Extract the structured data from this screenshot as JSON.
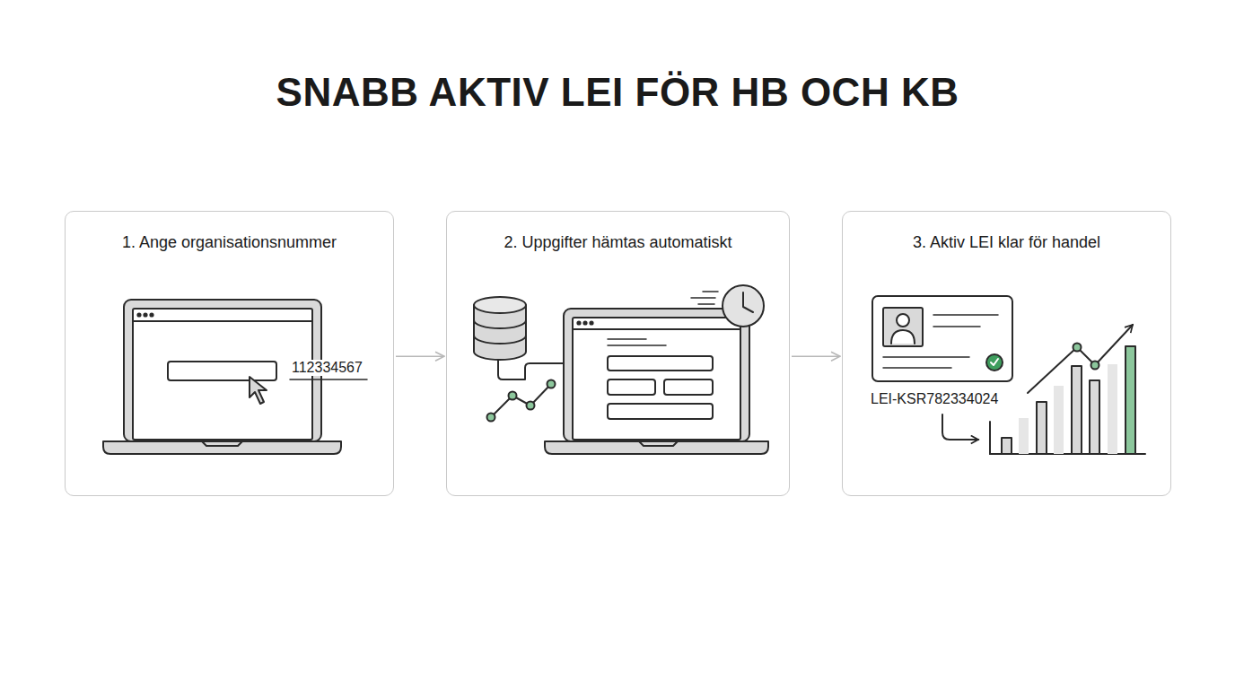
{
  "diagram": {
    "title": "SNABB AKTIV LEI FÖR HB OCH KB",
    "nodes": [
      {
        "text": [
          "1. Ange organisationsnummer"
        ]
      },
      {
        "text": [
          "2. Uppgifter hämtas automatiskt"
        ]
      },
      {
        "text": [
          "3. Aktiv LEI klar för handel"
        ]
      }
    ],
    "edges": [
      {
        "from": 0,
        "to": 1,
        "arrow": "to"
      },
      {
        "from": 1,
        "to": 2,
        "arrow": "to"
      }
    ],
    "labels": [
      "112334567",
      "LEI-KSR782334024"
    ]
  }
}
